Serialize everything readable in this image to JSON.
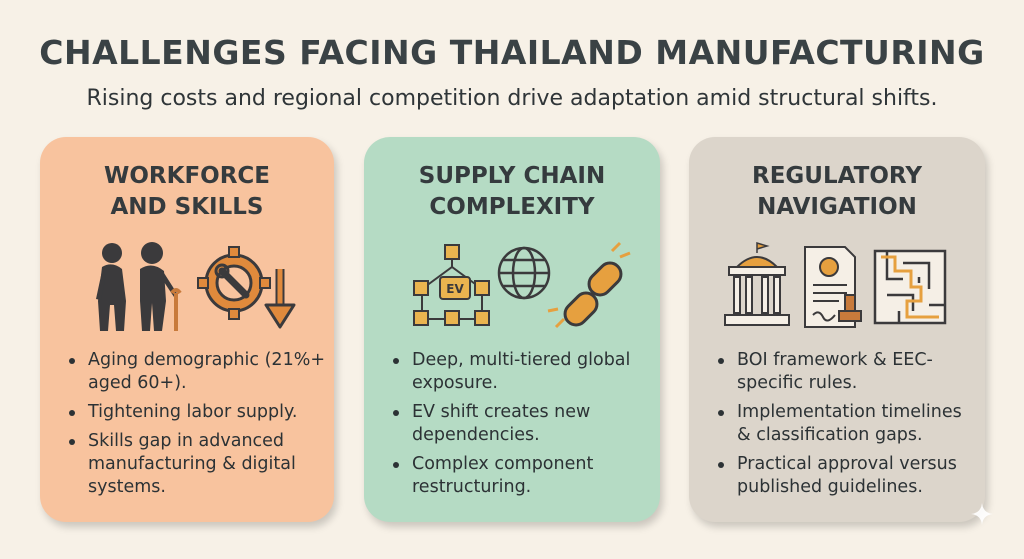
{
  "header": {
    "title": "CHALLENGES FACING THAILAND MANUFACTURING",
    "subtitle": "Rising costs and regional competition drive adaptation amid structural shifts."
  },
  "cards": [
    {
      "title_lines": [
        "WORKFORCE",
        "AND SKILLS"
      ],
      "color": "#f8c39e",
      "icons": [
        "elderly-couple-icon",
        "gear-wrench-down-arrow-icon"
      ],
      "bullets": [
        "Aging demographic (21%+ aged 60+).",
        "Tightening labor supply.",
        "Skills gap in advanced manufacturing & digital systems."
      ]
    },
    {
      "title_lines": [
        "SUPPLY CHAIN",
        "COMPLEXITY"
      ],
      "color": "#b5dbc4",
      "icons": [
        "supply-network-icon",
        "globe-icon",
        "broken-chain-icon"
      ],
      "network_label": "EV",
      "bullets": [
        "Deep, multi-tiered global exposure.",
        "EV shift creates new dependencies.",
        "Complex component restructuring."
      ]
    },
    {
      "title_lines": [
        "REGULATORY",
        "NAVIGATION"
      ],
      "color": "#dcd5cb",
      "icons": [
        "government-building-icon",
        "certificate-stamp-icon",
        "maze-icon"
      ],
      "bullets": [
        "BOI framework & EEC-specific rules.",
        "Implementation timelines & classification gaps.",
        "Practical approval versus published guidelines."
      ]
    }
  ]
}
